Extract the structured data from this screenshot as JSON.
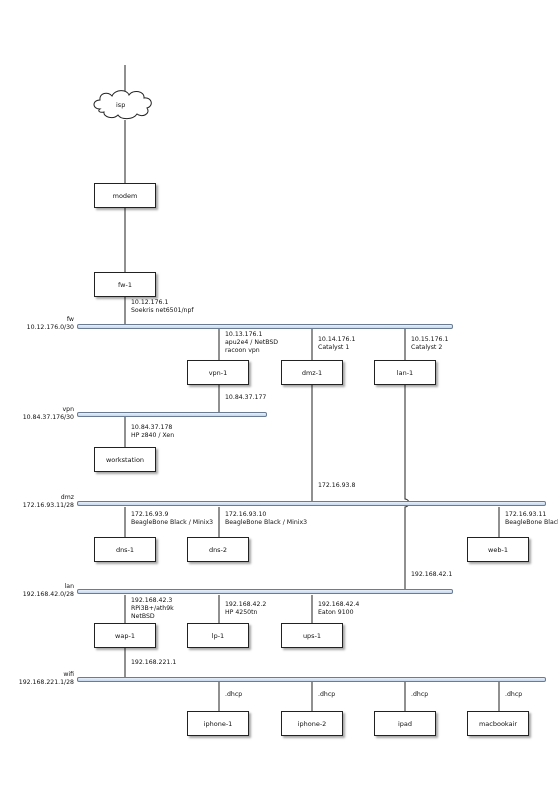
{
  "nodes": {
    "isp": "isp",
    "modem": "modem",
    "fw1": "fw-1",
    "vpn1": "vpn-1",
    "dmz1": "dmz-1",
    "lan1": "lan-1",
    "workstation": "workstation",
    "dns1": "dns-1",
    "dns2": "dns-2",
    "web1": "web-1",
    "wap1": "wap-1",
    "lp1": "lp-1",
    "ups1": "ups-1",
    "iphone1": "iphone-1",
    "iphone2": "iphone-2",
    "ipad": "ipad",
    "macbookair": "macbookair"
  },
  "networks": {
    "fw": {
      "name": "fw",
      "cidr": "10.12.176.0/30"
    },
    "vpn": {
      "name": "vpn",
      "cidr": "10.84.37.176/30"
    },
    "dmz": {
      "name": "dmz",
      "cidr": "172.16.93.11/28"
    },
    "lan": {
      "name": "lan",
      "cidr": "192.168.42.0/28"
    },
    "wifi": {
      "name": "wifi",
      "cidr": "192.168.221.1/28"
    }
  },
  "labels": {
    "fw1_ip": "10.12.176.1",
    "fw1_desc": "Soekris net6501/npf",
    "vpn1_ip": "10.13.176.1",
    "vpn1_desc1": "apu2e4 / NetBSD",
    "vpn1_desc2": "racoon vpn",
    "dmz1_ip": "10.14.176.1",
    "dmz1_desc": "Catalyst 1",
    "lan1_ip": "10.15.176.1",
    "lan1_desc": "Catalyst 2",
    "vpn1_vpn_ip": "10.84.37.177",
    "ws_ip": "10.84.37.178",
    "ws_desc": "HP z840 / Xen",
    "dmz1_dmz_ip": "172.16.93.8",
    "dns1_ip": "172.16.93.9",
    "dns1_desc": "BeagleBone Black / Minix3",
    "dns2_ip": "172.16.93.10",
    "dns2_desc": "BeagleBone Black / Minix3",
    "web1_ip": "172.16.93.11",
    "web1_desc": "BeagleBone Black",
    "lan1_lan_ip": "192.168.42.1",
    "wap1_ip": "192.168.42.3",
    "wap1_desc1": "RPi3B+/ath9k",
    "wap1_desc2": "NetBSD",
    "lp1_ip": "192.168.42.2",
    "lp1_desc": "HP 4250tn",
    "ups1_ip": "192.168.42.4",
    "ups1_desc": "Eaton 9100",
    "wap1_wifi_ip": "192.168.221.1",
    "iphone1_ip": ".dhcp",
    "iphone2_ip": ".dhcp",
    "ipad_ip": ".dhcp",
    "macbookair_ip": ".dhcp"
  }
}
